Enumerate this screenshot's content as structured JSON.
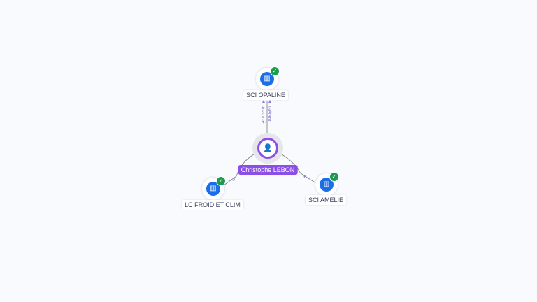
{
  "center": {
    "name": "Christophe LEBON",
    "icon": "person-icon",
    "color": "#8b4fe8"
  },
  "companies": [
    {
      "name": "SCI OPALINE",
      "icon": "building-icon",
      "status": "verified-check-icon"
    },
    {
      "name": "LC FROID ET CLIM",
      "icon": "building-icon",
      "status": "verified-check-icon"
    },
    {
      "name": "SCI AMELIE",
      "icon": "building-icon",
      "status": "verified-check-icon"
    }
  ],
  "edge_labels": {
    "opaline_1": "Gérant",
    "opaline_2": "Associé"
  },
  "colors": {
    "company": "#1a6fe8",
    "verified": "#1c9b4e",
    "edge_label": "#8d7dd8"
  }
}
